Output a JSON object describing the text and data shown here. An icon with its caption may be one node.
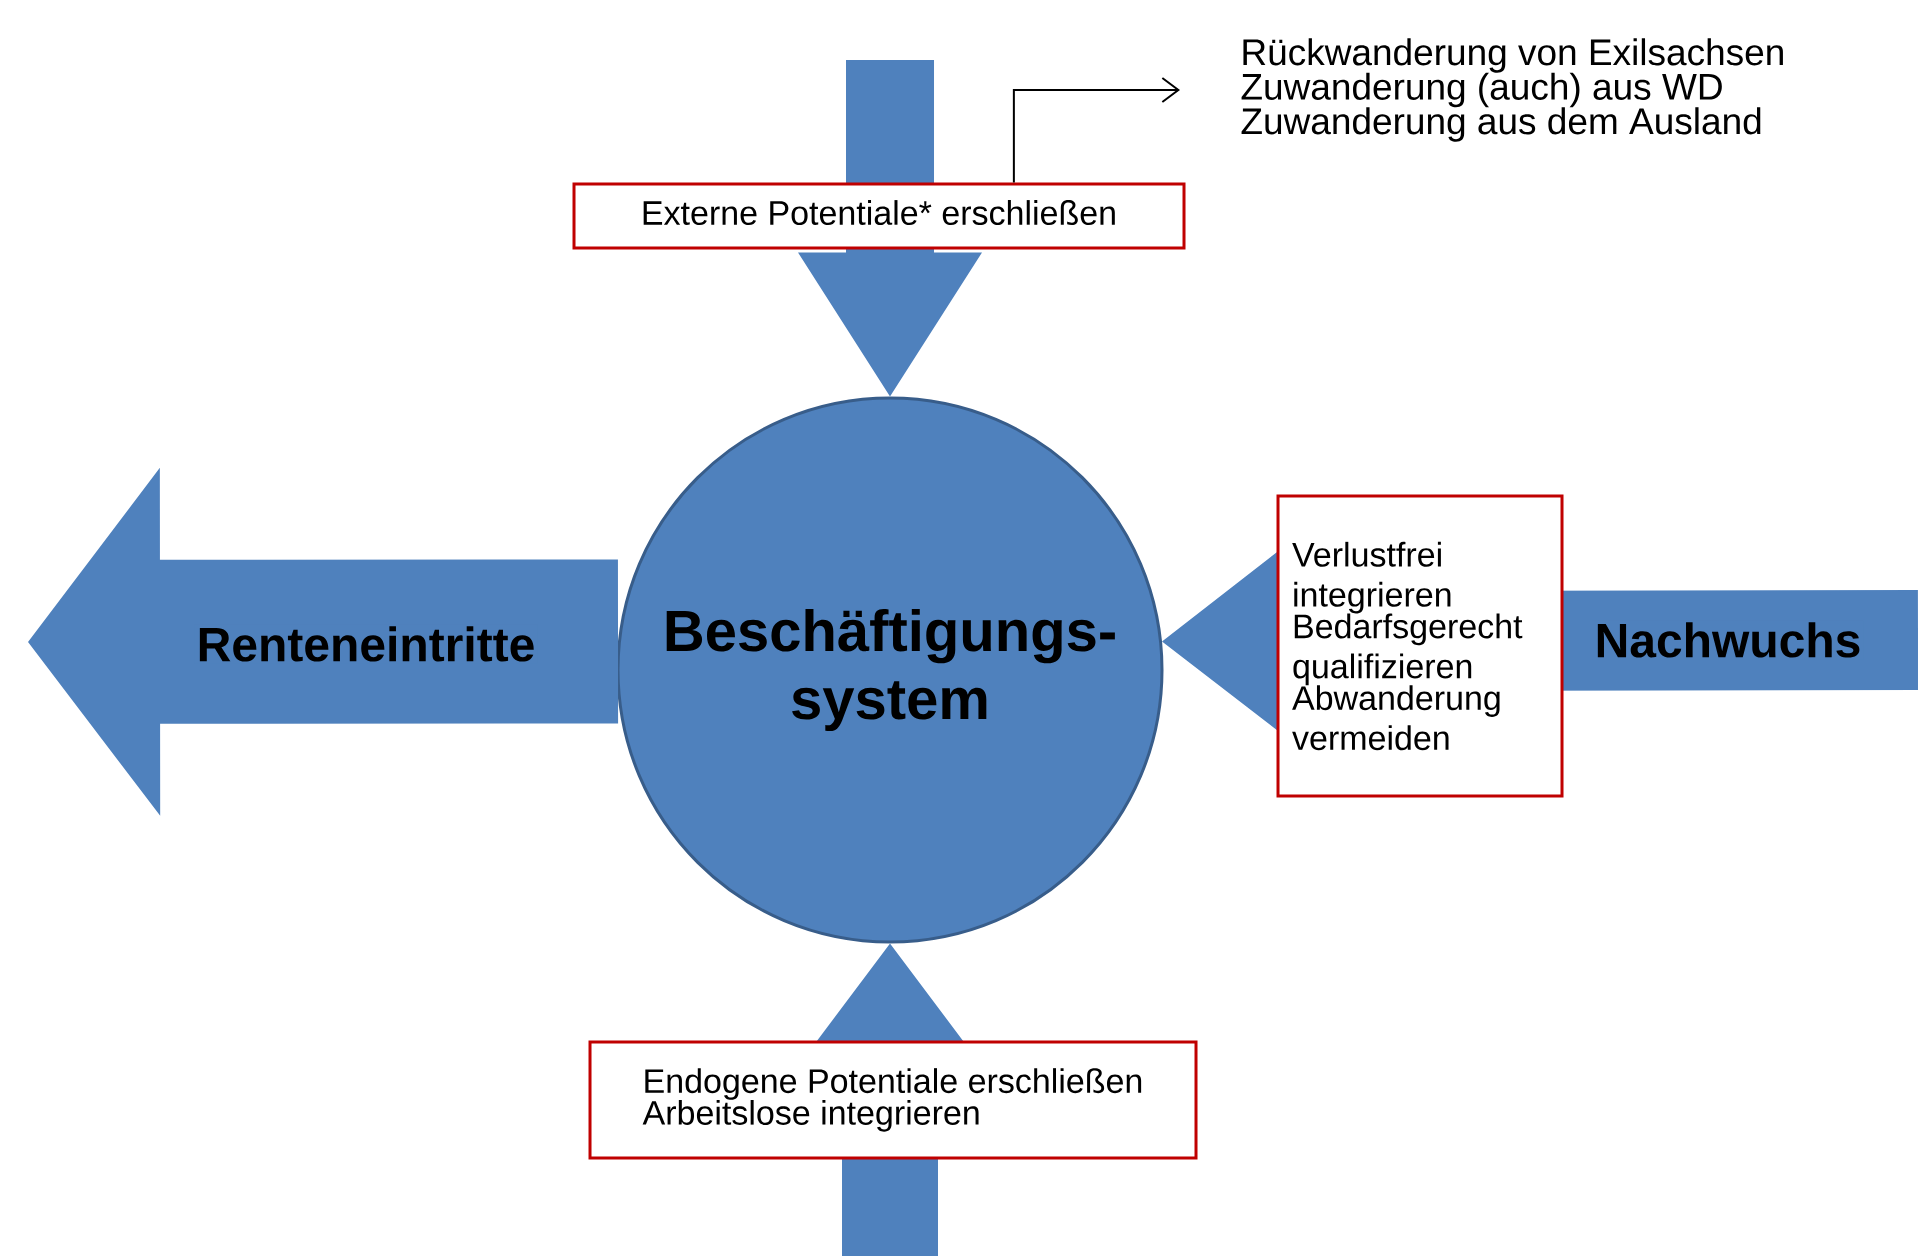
{
  "diagram": {
    "nodes": [
      {
        "text": [
          "Beschäftigungs- system"
        ]
      },
      {
        "text": [
          "Externe Potentiale* erschließen"
        ]
      },
      {
        "text": [
          "Verlustfrei integrieren",
          "Bedarfsgerecht qualifizieren",
          "Abwanderung vermeiden"
        ]
      },
      {
        "text": [
          "Endogene Potentiale erschließen",
          "Arbeitslose integrieren"
        ]
      },
      {
        "text": [
          "Rückwanderung von Exilsachsen",
          "Zuwanderung (auch) aus WD",
          "Zuwanderung aus dem Ausland"
        ]
      }
    ],
    "edges": [
      {
        "from": 0,
        "to": null,
        "arrow": "to",
        "label": "Renteneintritte"
      },
      {
        "from": null,
        "to": 0,
        "arrow": "to",
        "label": "Nachwuchs"
      },
      {
        "from": null,
        "to": 0,
        "arrow": "to"
      },
      {
        "from": null,
        "to": 0,
        "arrow": "to"
      },
      {
        "from": 1,
        "to": 4,
        "arrow": "to",
        "color": "#000000"
      }
    ]
  }
}
